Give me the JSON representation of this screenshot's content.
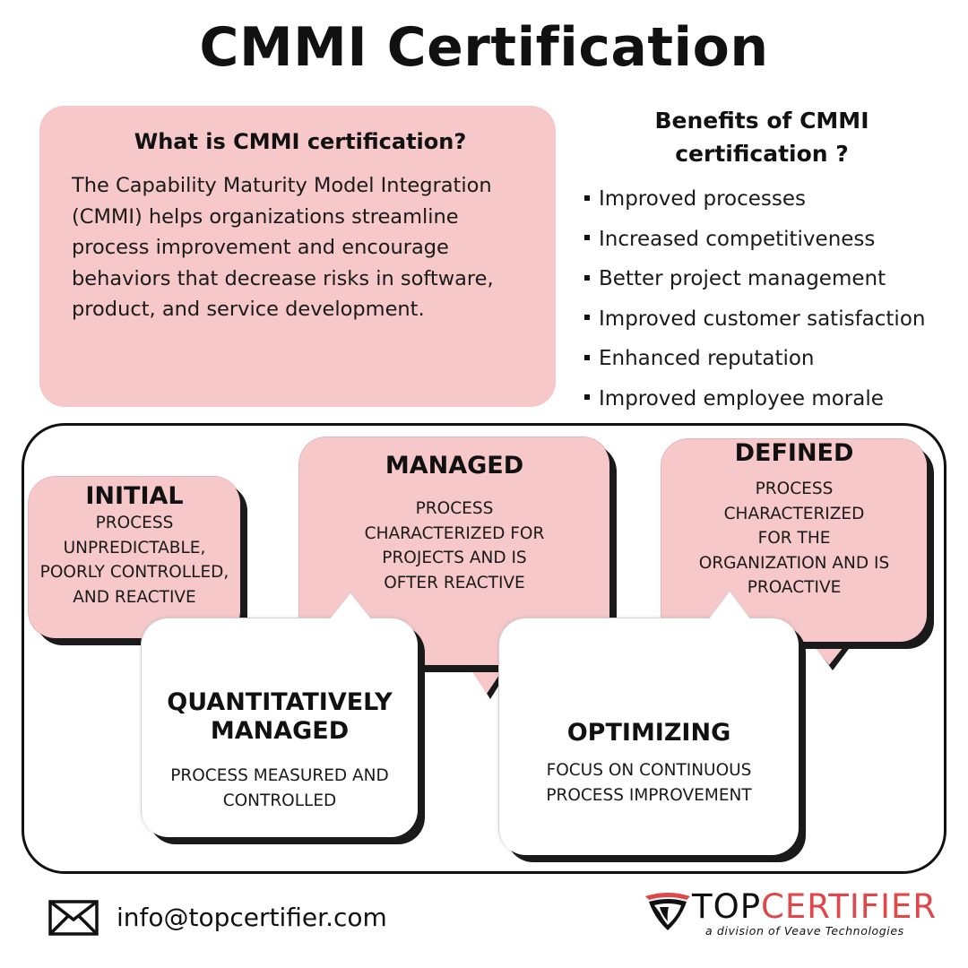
{
  "title": "CMMI Certification",
  "what": {
    "heading": "What is CMMI certification?",
    "body": "The Capability Maturity Model Integration (CMMI) helps organizations streamline process improvement and encourage behaviors that decrease risks in software, product, and service development."
  },
  "benefits": {
    "title_line1": "Benefits of CMMI",
    "title_line2": "certification ?",
    "items": [
      "Improved processes",
      "Increased competitiveness",
      "Better project management",
      "Improved customer satisfaction",
      "Enhanced reputation",
      "Improved employee morale"
    ]
  },
  "levels": {
    "initial": {
      "name": "INITIAL",
      "desc_lines": [
        "PROCESS",
        "UNPREDICTABLE,",
        "POORLY CONTROLLED,",
        "AND REACTIVE"
      ]
    },
    "managed": {
      "name": "MANAGED",
      "desc_lines": [
        "PROCESS",
        "CHARACTERIZED FOR",
        "PROJECTS AND IS",
        "OFTER REACTIVE"
      ]
    },
    "defined": {
      "name": "DEFINED",
      "desc_lines": [
        "PROCESS",
        "CHARACTERIZED",
        "FOR THE",
        "ORGANIZATION AND IS",
        "PROACTIVE"
      ]
    },
    "quantitative": {
      "name_lines": [
        "QUANTITATIVELY",
        "MANAGED"
      ],
      "desc_lines": [
        "PROCESS MEASURED AND",
        "CONTROLLED"
      ]
    },
    "optimizing": {
      "name": "OPTIMIZING",
      "desc_lines": [
        "FOCUS ON CONTINUOUS",
        "PROCESS IMPROVEMENT"
      ]
    }
  },
  "footer": {
    "email": "info@topcertifier.com",
    "logo_top": "TOP",
    "logo_cert": "CERTIFIER",
    "tagline": "a division of Veave Technologies"
  },
  "colors": {
    "pink": "#f7c8c9",
    "brand_red": "#e0474a",
    "dark": "#111111"
  },
  "icons": {
    "footer_mail": "envelope-icon",
    "logo": "shield-logo-icon"
  }
}
